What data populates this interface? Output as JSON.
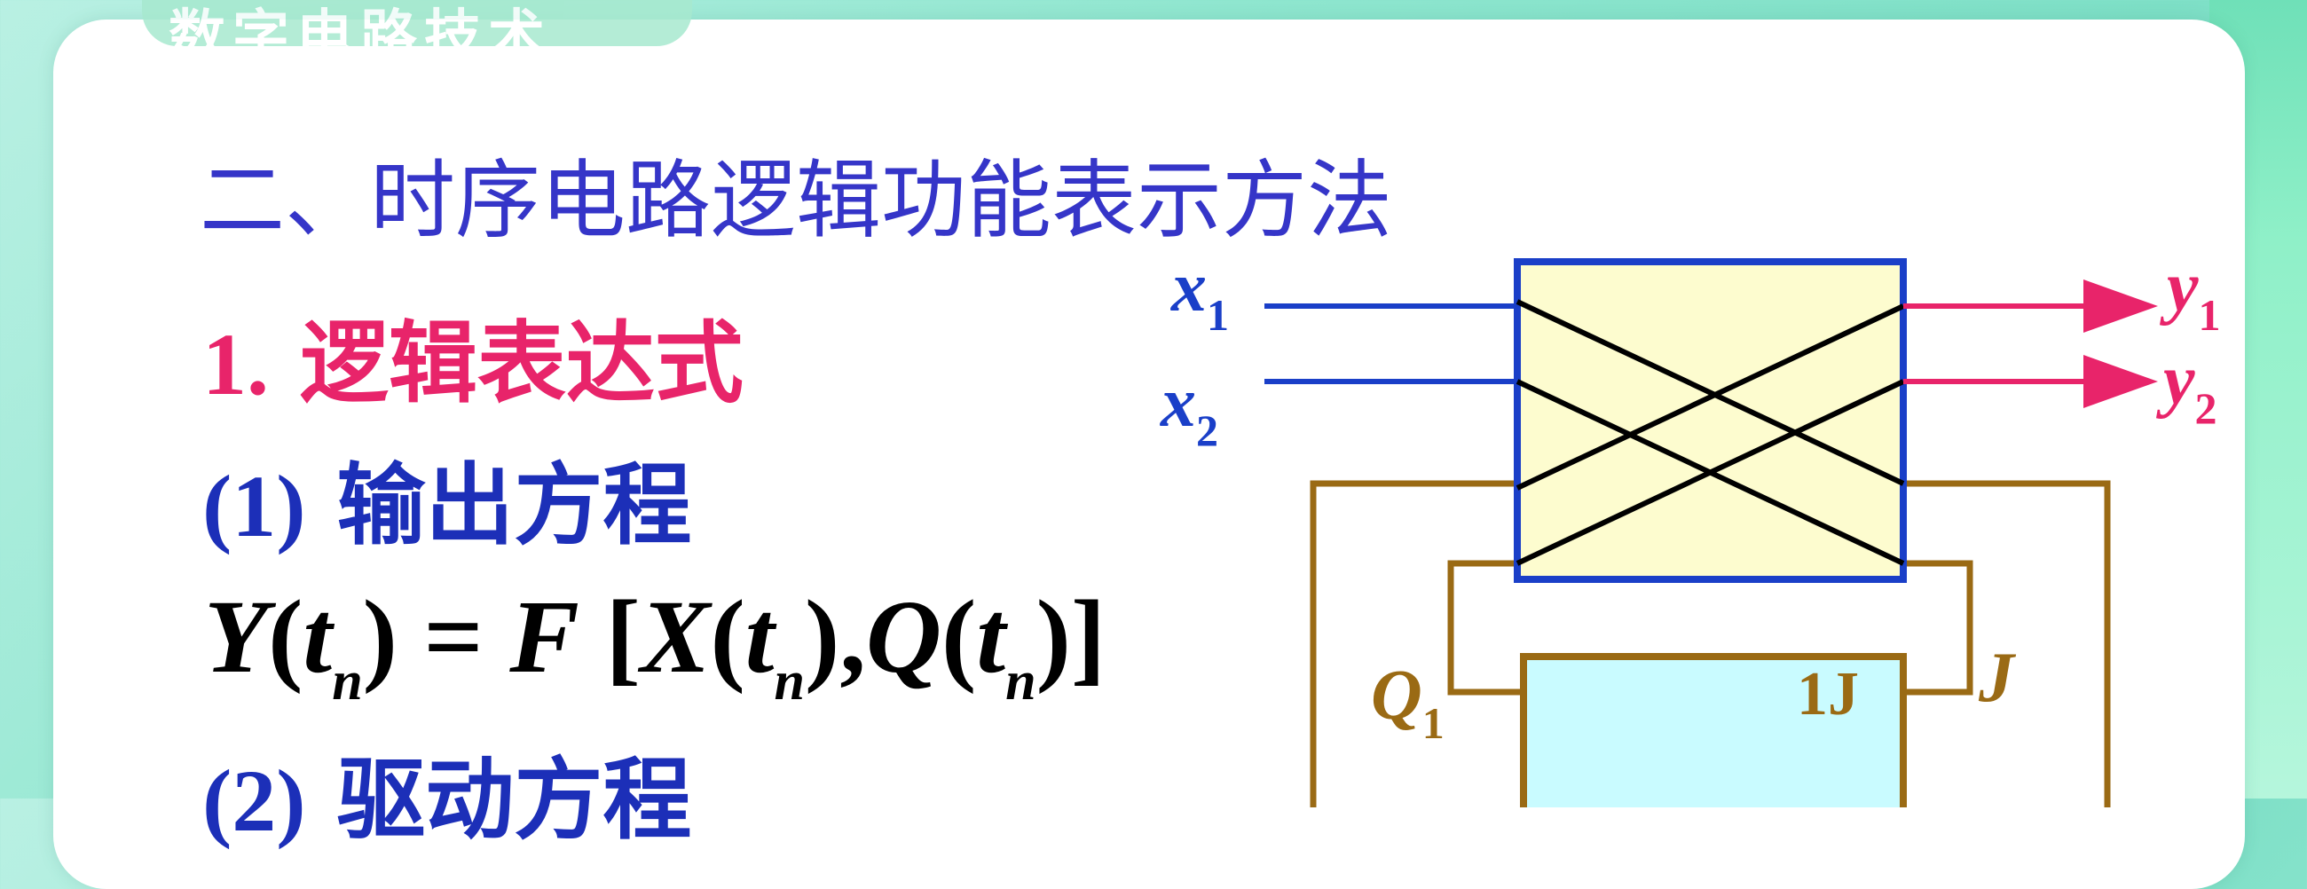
{
  "header": {
    "logo_text": "数字电路技术"
  },
  "slide": {
    "heading": "二、时序电路逻辑功能表示方法",
    "section_number": "1.",
    "section_title": "逻辑表达式",
    "item1_number": "(1)",
    "item1_title": "输出方程",
    "equation": {
      "lhs_var": "Y",
      "lhs_arg": "t",
      "lhs_sub": "n",
      "func": "F",
      "arg1_var": "X",
      "arg2_var": "Q"
    },
    "item2_number": "(2)",
    "item2_title": "驱动方程"
  },
  "diagram": {
    "input1": "x",
    "input1_sub": "1",
    "input2": "x",
    "input2_sub": "2",
    "output1": "y",
    "output1_sub": "1",
    "output2": "y",
    "output2_sub": "2",
    "ff_output": "Q",
    "ff_output_sub": "1",
    "ff_input": "J",
    "ff_pin_label": "1J",
    "colors": {
      "input_wire": "#1a3fc8",
      "output_wire": "#e8246a",
      "feedback_wire": "#9a6a14",
      "logic_box_fill": "#fdfccf",
      "logic_box_border": "#1a3fc8",
      "ff_fill": "#c9fbff"
    }
  }
}
